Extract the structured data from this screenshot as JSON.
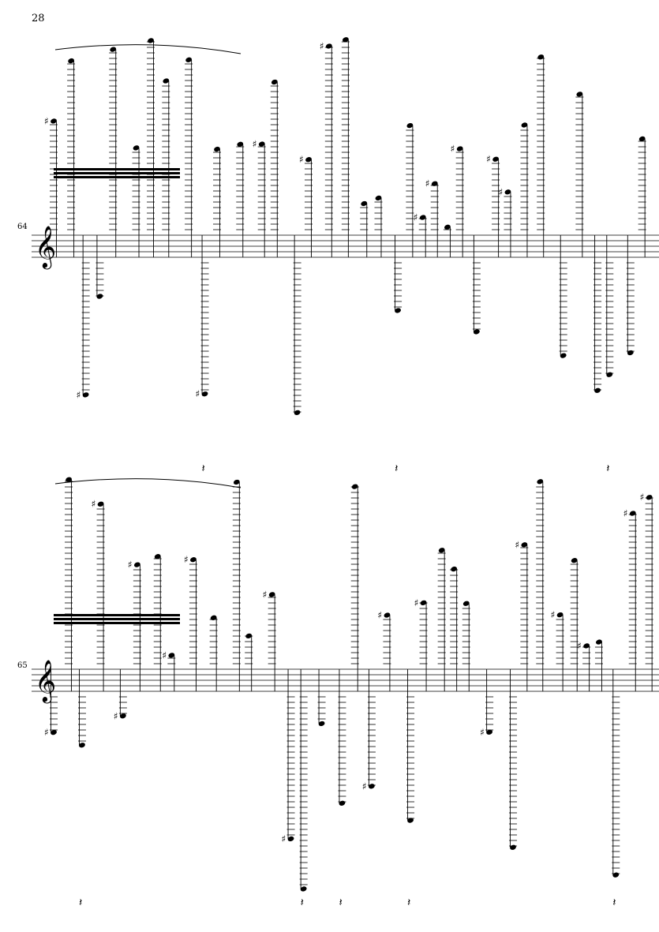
{
  "page": {
    "number": "28"
  },
  "systems": [
    {
      "measure_number": "64",
      "clef": "treble"
    },
    {
      "measure_number": "65",
      "clef": "treble"
    }
  ],
  "colors": {
    "ink": "#000000",
    "paper": "#ffffff"
  }
}
